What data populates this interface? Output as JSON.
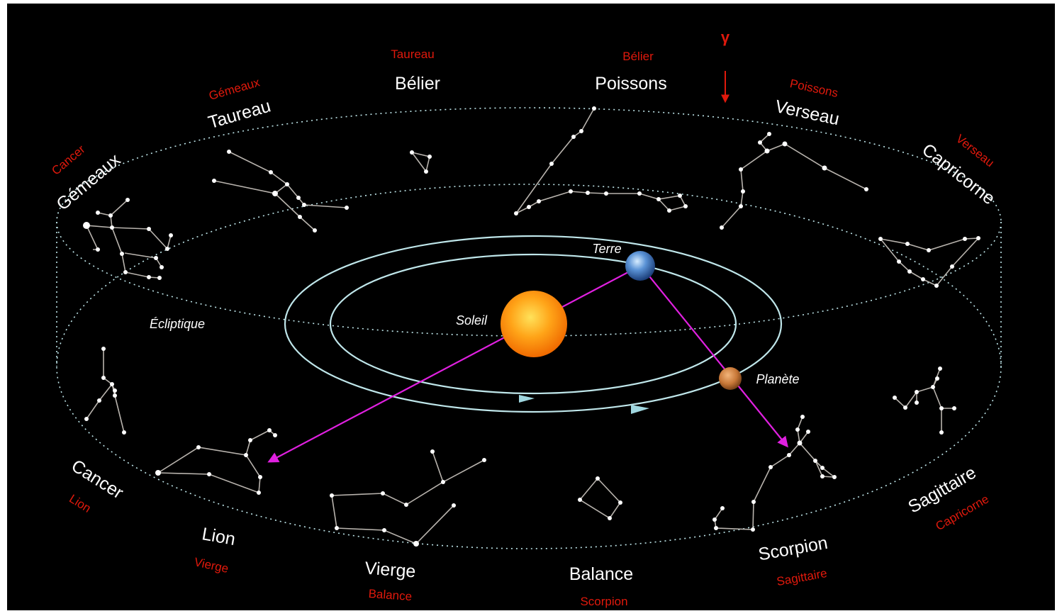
{
  "colors": {
    "background": "#000000",
    "sign_label": "#e0190c",
    "constellation_label": "#ffffff",
    "orbit": "#bfe6ea",
    "projection_arrow": "#e020e0",
    "sun": "#ff9a10",
    "earth": "#3d78c0",
    "planet": "#c87838"
  },
  "vernal_point_symbol": "γ",
  "labels": {
    "ecliptique": "Écliptique",
    "soleil": "Soleil",
    "terre": "Terre",
    "planete": "Planète"
  },
  "zodiac": [
    {
      "constellation": "Bélier",
      "sign": "Taureau"
    },
    {
      "constellation": "Poissons",
      "sign": "Bélier"
    },
    {
      "constellation": "Verseau",
      "sign": "Poissons"
    },
    {
      "constellation": "Capricorne",
      "sign": "Verseau"
    },
    {
      "constellation": "Sagittaire",
      "sign": "Capricorne"
    },
    {
      "constellation": "Scorpion",
      "sign": "Sagittaire"
    },
    {
      "constellation": "Balance",
      "sign": "Scorpion"
    },
    {
      "constellation": "Vierge",
      "sign": "Balance"
    },
    {
      "constellation": "Lion",
      "sign": "Vierge"
    },
    {
      "constellation": "Cancer",
      "sign": "Lion"
    },
    {
      "constellation": "Gémeaux",
      "sign": "Cancer"
    },
    {
      "constellation": "Taureau",
      "sign": "Gémeaux"
    }
  ]
}
